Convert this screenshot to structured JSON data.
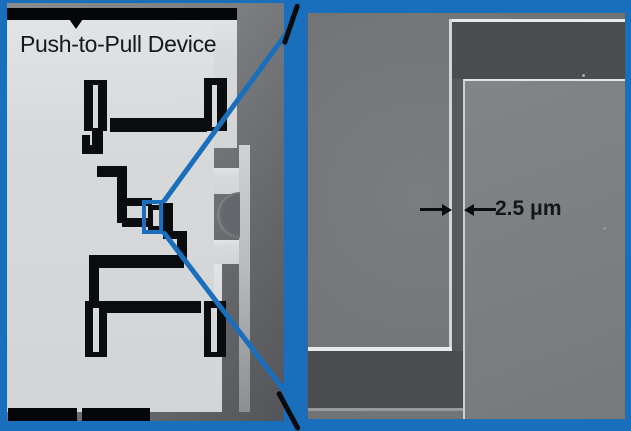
{
  "figure": {
    "type": "sem-composite-figure",
    "left_panel": {
      "description": "SEM overview of MEMS push-to-pull device",
      "title": "Push-to-Pull Device"
    },
    "right_panel": {
      "description": "SEM close-up of specimen gap indicated by callout box",
      "measurement_label": "2.5 μm"
    }
  },
  "colors": {
    "frame-blue": "#1a6fbc",
    "slot-black": "#0b0c0e",
    "plate-light": "#d7d9db",
    "left-bg": "#77797c",
    "left-bg-dark": "#54565a",
    "right-bg": "#747678",
    "right-block": "#7d7f81",
    "recess-dark": "#4a4c4e",
    "edge-bright": "#e7e9ea",
    "label-text": "#141517"
  }
}
